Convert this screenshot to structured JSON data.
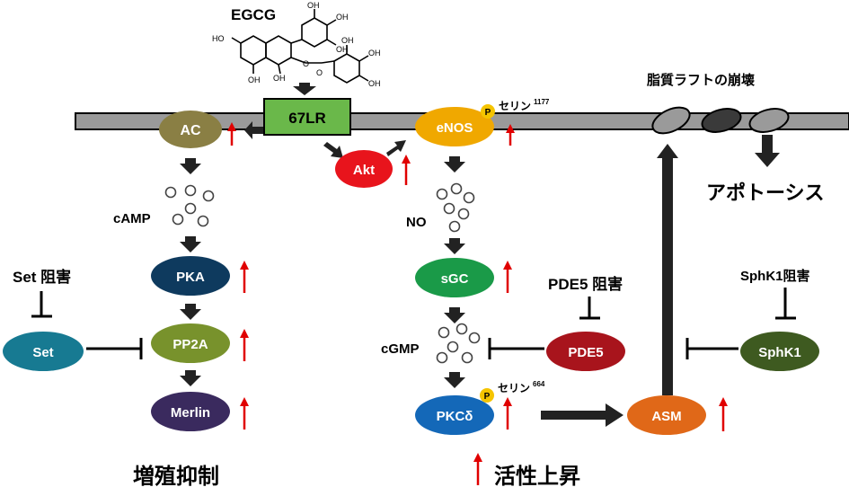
{
  "title_egcg": "EGCG",
  "receptor": "67LR",
  "raft_label": "脂質ラフトの崩壊",
  "apoptosis": "アポトーシス",
  "nodes": {
    "ac": "AC",
    "enos": "eNOS",
    "akt": "Akt",
    "pka": "PKA",
    "pp2a": "PP2A",
    "merlin": "Merlin",
    "set": "Set",
    "sgc": "sGC",
    "pde5": "PDE5",
    "pkc": "PKCδ",
    "asm": "ASM",
    "sphk1": "SphK1"
  },
  "labels": {
    "camp": "cAMP",
    "no": "NO",
    "cgmp": "cGMP",
    "set_inhibit": "Set 阻害",
    "pde5_inhibit": "PDE5 阻害",
    "sphk1_inhibit": "SphK1阻害",
    "growth_suppression": "増殖抑制",
    "activity_up": "活性上昇",
    "phospho": "P",
    "serine_word": "セリン",
    "serine_1177": "1177",
    "serine_664": "664"
  },
  "colors": {
    "ac": "#8a7f44",
    "receptor": "#6ab84a",
    "enos": "#f0a800",
    "akt": "#e8141c",
    "pka": "#0e3a5e",
    "pp2a": "#78922c",
    "merlin": "#3a2a5e",
    "set": "#177a92",
    "sgc": "#1a9a48",
    "pde5": "#a8141c",
    "pkc": "#1468b8",
    "asm": "#e06818",
    "sphk1": "#3e5a20",
    "phospho": "#f5c400",
    "red_arrow": "#e00000",
    "membrane": "#9a9a9a"
  }
}
